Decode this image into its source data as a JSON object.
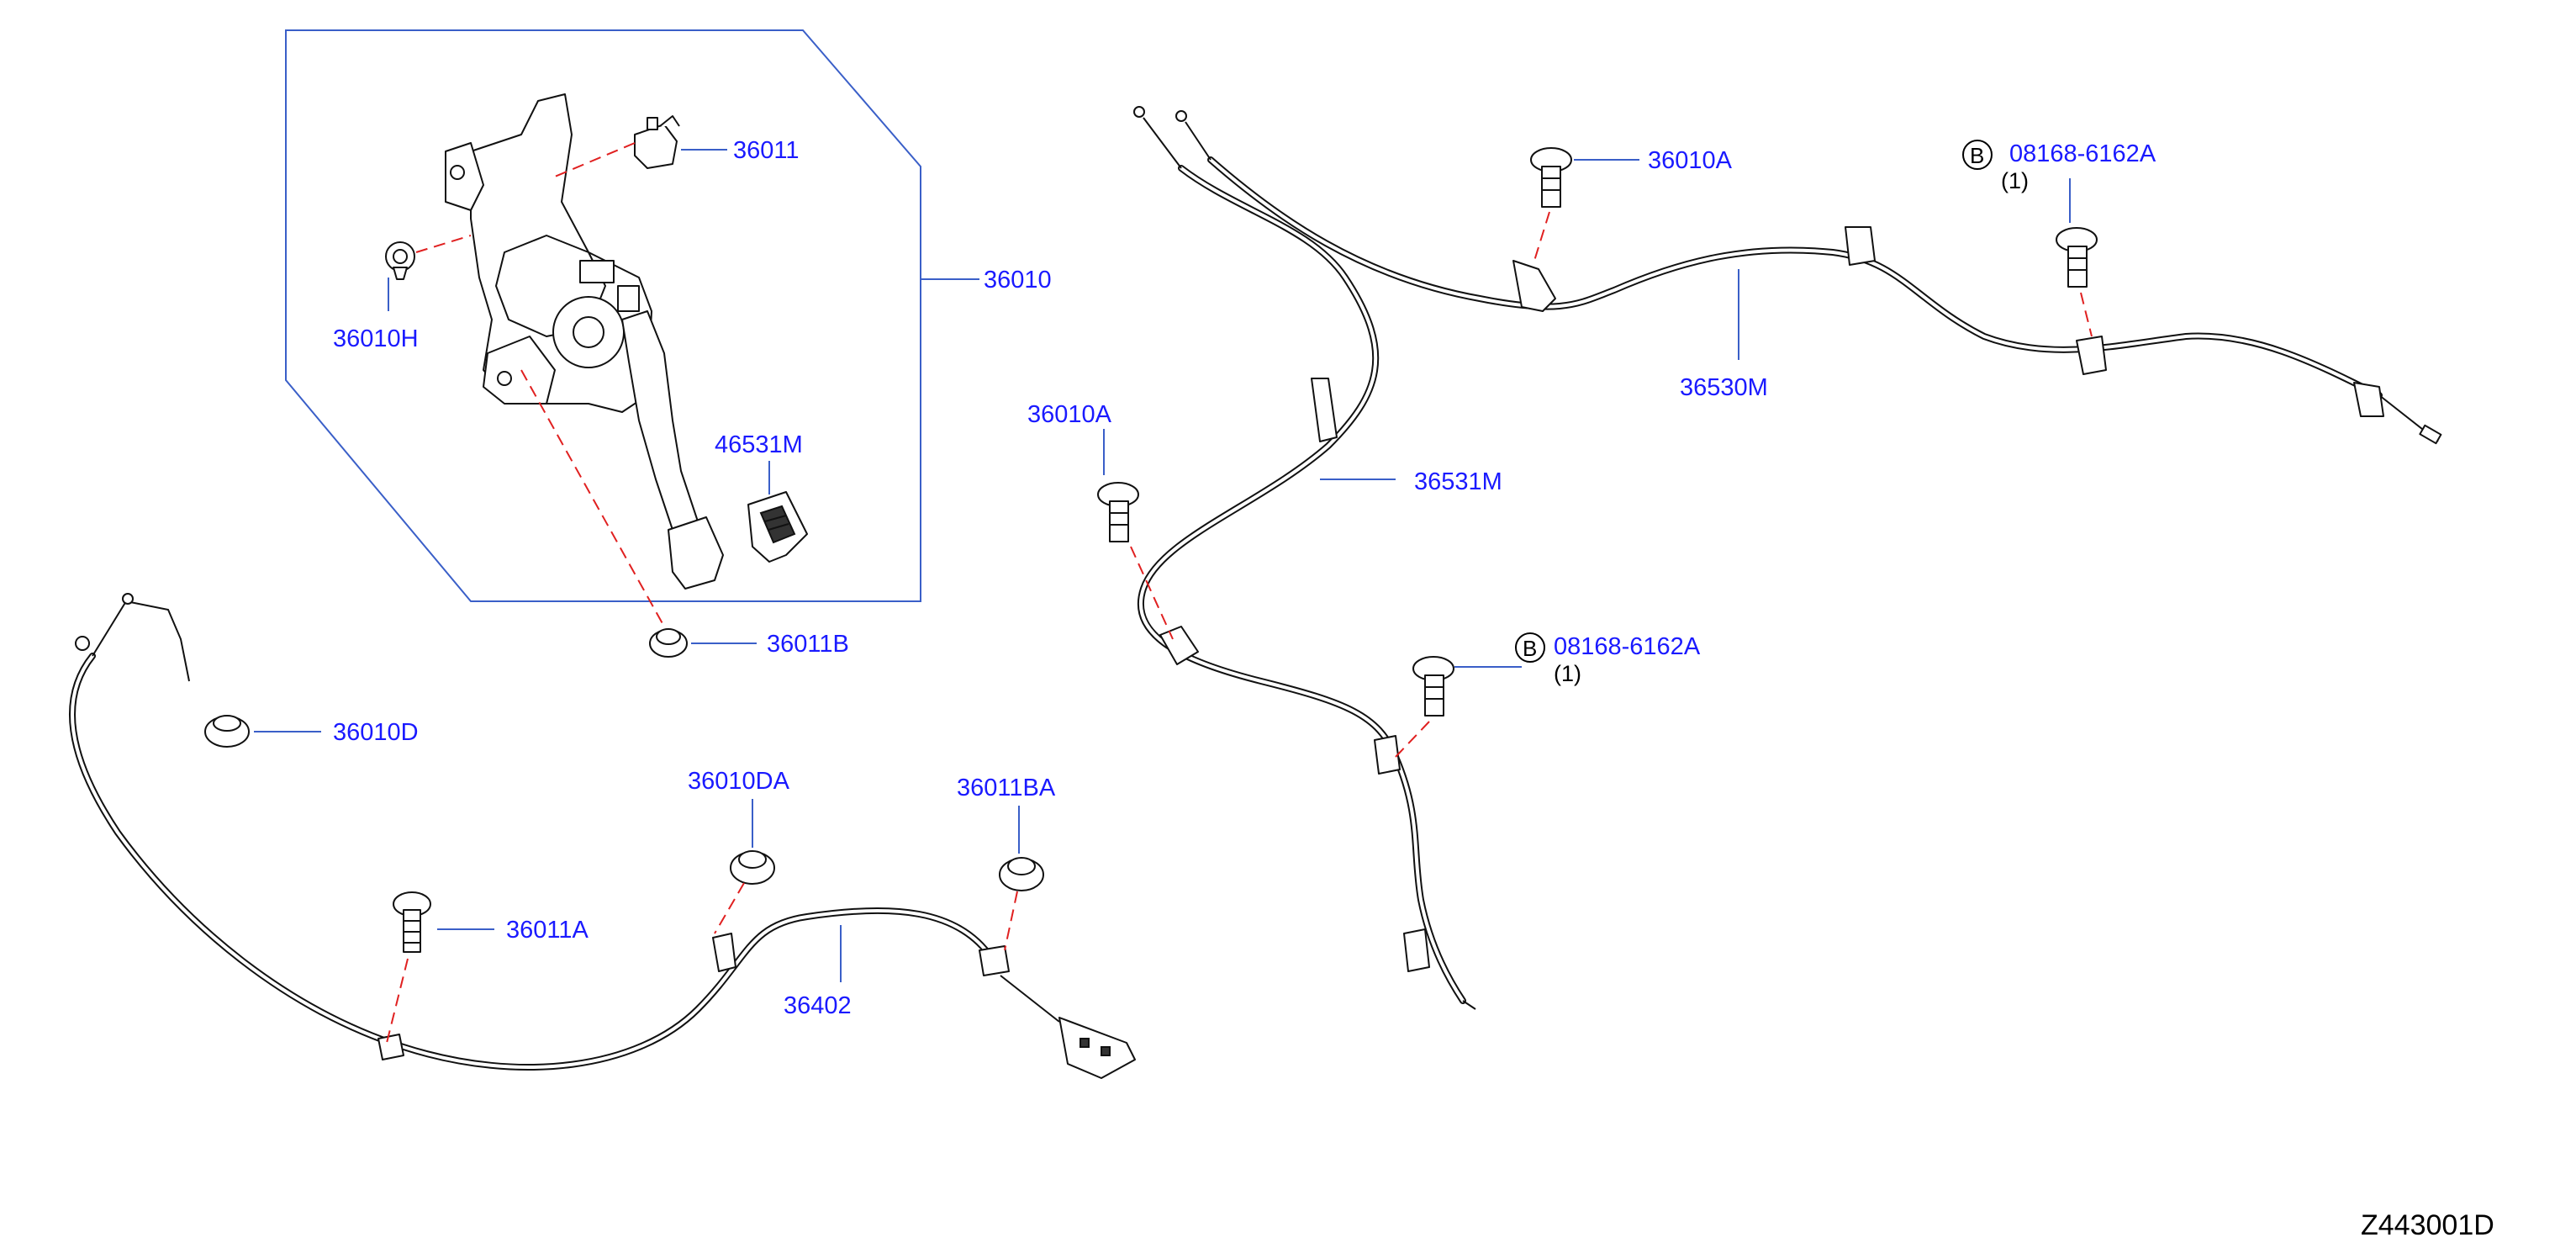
{
  "diagram": {
    "id_code": "Z443001D",
    "ref_letter": "B",
    "parts": {
      "p36011": "36011",
      "p36010": "36010",
      "p36010H": "36010H",
      "p46531M": "46531M",
      "p36011B": "36011B",
      "p36010D": "36010D",
      "p36010DA": "36010DA",
      "p36011BA": "36011BA",
      "p36011A": "36011A",
      "p36402": "36402",
      "p36010A_top": "36010A",
      "p36010A_mid": "36010A",
      "p08168_top": "08168-6162A",
      "p08168_mid": "08168-6162A",
      "p36530M": "36530M",
      "p36531M": "36531M"
    },
    "quantities": {
      "q_top": "(1)",
      "q_mid": "(1)"
    }
  }
}
